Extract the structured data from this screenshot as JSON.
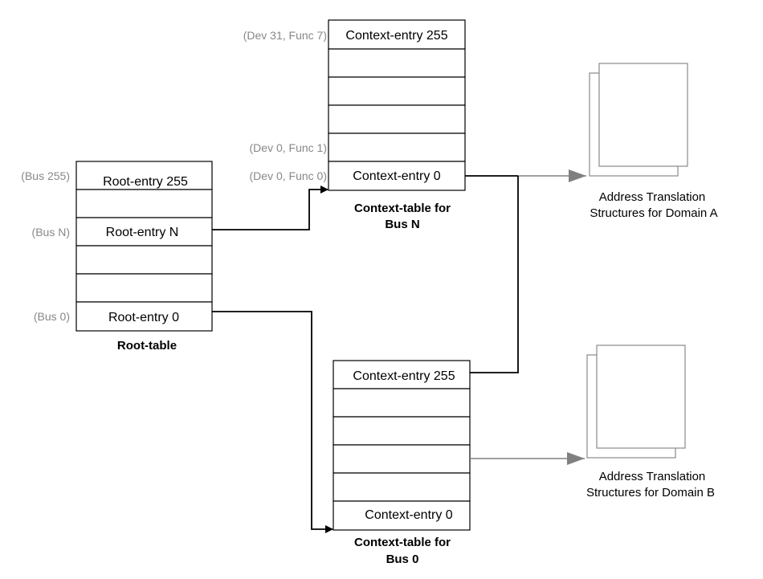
{
  "root_table": {
    "caption": "Root-table",
    "entries": [
      "Root-entry 255",
      "",
      "Root-entry N",
      "",
      "",
      "Root-entry 0"
    ],
    "side_labels": [
      "(Bus 255)",
      "",
      "(Bus N)",
      "",
      "",
      "(Bus 0)"
    ]
  },
  "ctx_table_n": {
    "caption_line1": "Context-table for",
    "caption_line2": "Bus N",
    "entries": [
      "Context-entry 255",
      "",
      "",
      "",
      "",
      "Context-entry 0"
    ],
    "side_labels": [
      "(Dev 31, Func 7)",
      "",
      "",
      "",
      "(Dev 0, Func 1)",
      "(Dev 0, Func 0)"
    ]
  },
  "ctx_table_0": {
    "caption_line1": "Context-table for",
    "caption_line2": "Bus 0",
    "entries": [
      "Context-entry 255",
      "",
      "",
      "",
      "",
      "Context-entry 0"
    ]
  },
  "domain_a": {
    "caption_line1": "Address Translation",
    "caption_line2": "Structures for Domain A"
  },
  "domain_b": {
    "caption_line1": "Address Translation",
    "caption_line2": "Structures for Domain B"
  },
  "colors": {
    "line": "#000000",
    "gray_arrow": "#808080",
    "side_label": "#888888"
  }
}
